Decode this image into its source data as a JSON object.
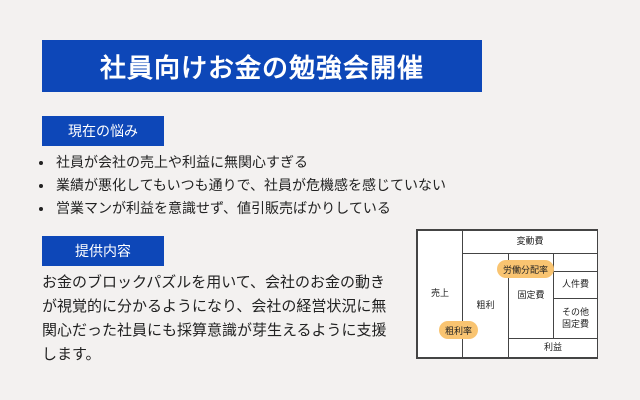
{
  "title": "社員向けお金の勉強会開催",
  "current": {
    "label": "現在の悩み",
    "items": [
      "社員が会社の売上や利益に無関心すぎる",
      "業績が悪化してもいつも通りで、社員が危機感を感じていない",
      "営業マンが利益を意識せず、値引販売ばかりしている"
    ]
  },
  "offer": {
    "label": "提供内容",
    "text": "お金のブロックパズルを用いて、会社のお金の動きが視覚的に分かるようになり、会社の経営状況に無関心だった社員にも採算意識が芽生えるように支援します。"
  },
  "diagram": {
    "sales": "売上",
    "variable_cost": "変動費",
    "gross_profit": "粗利",
    "fixed_cost": "固定費",
    "personnel_cost": "人件費",
    "other_fixed_cost_1": "その他",
    "other_fixed_cost_2": "固定費",
    "profit": "利益",
    "labor_share": "労働分配率",
    "gross_margin_rate": "粗利率"
  }
}
